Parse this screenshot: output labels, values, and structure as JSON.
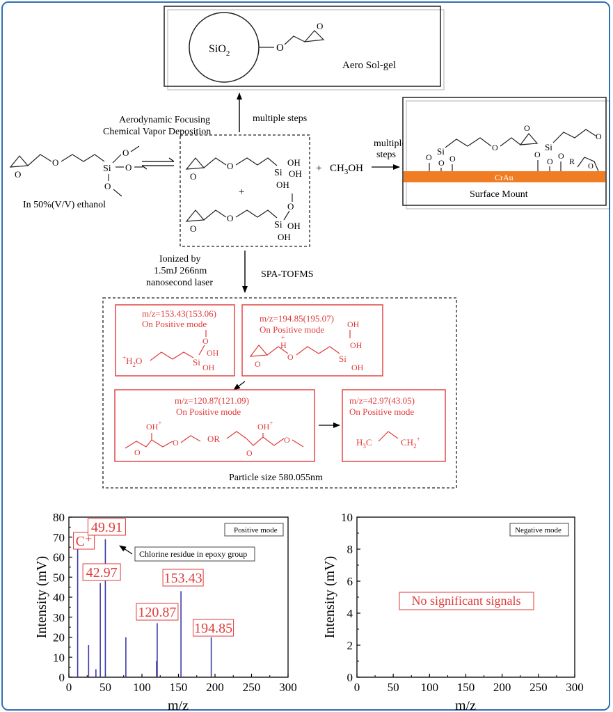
{
  "diagram": {
    "aero_sol_gel": {
      "sio2": "SiO",
      "sio2_sub": "2",
      "o": "O",
      "label": "Aero Sol-gel"
    },
    "focusing": {
      "line1": "Aerodynamic Focusing",
      "line2": "Chemical Vapor Deposition"
    },
    "multiple_steps_up": "multiple steps",
    "multiple_steps_right": {
      "line1": "multiple",
      "line2": "steps"
    },
    "reactant": {
      "si": "Si",
      "o1": "O",
      "o2": "O",
      "o3": "O",
      "o_ring": "O",
      "o_chain": "O",
      "solvent": "In 50%(V/V) ethanol"
    },
    "intermediate": {
      "plus": "+",
      "plus_between": "+",
      "methanol_plus": "+",
      "methanol": "CH",
      "methanol_sub": "3",
      "methanol_tail": "OH",
      "si": "Si",
      "oh": "OH",
      "o": "O"
    },
    "surface": {
      "cra_label": "CrAu",
      "r": "R",
      "si": "Si",
      "o": "O",
      "title": "Surface Mount"
    },
    "ionized": {
      "line1": "Ionized by",
      "line2": "1.5mJ 266nm",
      "line3": "nanosecond laser"
    },
    "spa": "SPA-TOFMS",
    "fragments": [
      {
        "mz": "m/z=153.43(153.06)",
        "mode": "On Positive mode"
      },
      {
        "mz": "m/z=194.85(195.07)",
        "mode": "On Positive mode"
      },
      {
        "mz": "m/z=120.87(121.09)",
        "mode": "On Positive mode",
        "or": "OR"
      },
      {
        "mz": "m/z=42.97(43.05)",
        "mode": "On Positive mode"
      }
    ],
    "fragment_labels": {
      "h2o": "H",
      "h2o_sub": "2",
      "h2o_tail": "O",
      "plus_sup": "+",
      "oh2": "OH",
      "h": "H",
      "h3c": "H",
      "h3c_sub": "3",
      "h3c_tail": "C",
      "ch2": "CH",
      "ch2_sub": "2",
      "si": "Si",
      "oh": "OH",
      "o": "O"
    },
    "particle_size": "Particle size 580.055nm"
  },
  "chart_data": [
    {
      "type": "bar",
      "legend": "Positive mode",
      "legend_position": "top-right",
      "xlabel": "m/z",
      "ylabel": "Intensity (mV)",
      "xlim": [
        0,
        300
      ],
      "ylim": [
        0,
        80
      ],
      "xticks": [
        0,
        50,
        100,
        150,
        200,
        250,
        300
      ],
      "yticks": [
        0,
        10,
        20,
        30,
        40,
        50,
        60,
        70,
        80
      ],
      "peaks": [
        {
          "x": 12,
          "y": 64
        },
        {
          "x": 27,
          "y": 16
        },
        {
          "x": 37,
          "y": 4
        },
        {
          "x": 42.97,
          "y": 47
        },
        {
          "x": 49.91,
          "y": 69
        },
        {
          "x": 78,
          "y": 20
        },
        {
          "x": 120,
          "y": 8
        },
        {
          "x": 120.87,
          "y": 27
        },
        {
          "x": 153.43,
          "y": 43
        },
        {
          "x": 194.85,
          "y": 20
        }
      ],
      "annotations": [
        {
          "text": "C⁺",
          "x": 12
        },
        {
          "text": "49.91",
          "x": 49.91
        },
        {
          "text": "42.97",
          "x": 42.97
        },
        {
          "text": "153.43",
          "x": 153.43
        },
        {
          "text": "120.87",
          "x": 120.87
        },
        {
          "text": "194.85",
          "x": 194.85
        }
      ],
      "callout": "Chlorine residue in epoxy group",
      "colors": {
        "bars": "#3a3aa8",
        "labels": "#e03a3a"
      }
    },
    {
      "type": "bar",
      "legend": "Negative mode",
      "legend_position": "top-right",
      "xlabel": "m/z",
      "ylabel": "Intensity (mV)",
      "xlim": [
        0,
        300
      ],
      "ylim": [
        0,
        10
      ],
      "xticks": [
        0,
        50,
        100,
        150,
        200,
        250,
        300
      ],
      "yticks": [
        0,
        2,
        4,
        6,
        8,
        10
      ],
      "peaks": [],
      "annotations": [
        {
          "text": "No significant signals"
        }
      ]
    }
  ]
}
